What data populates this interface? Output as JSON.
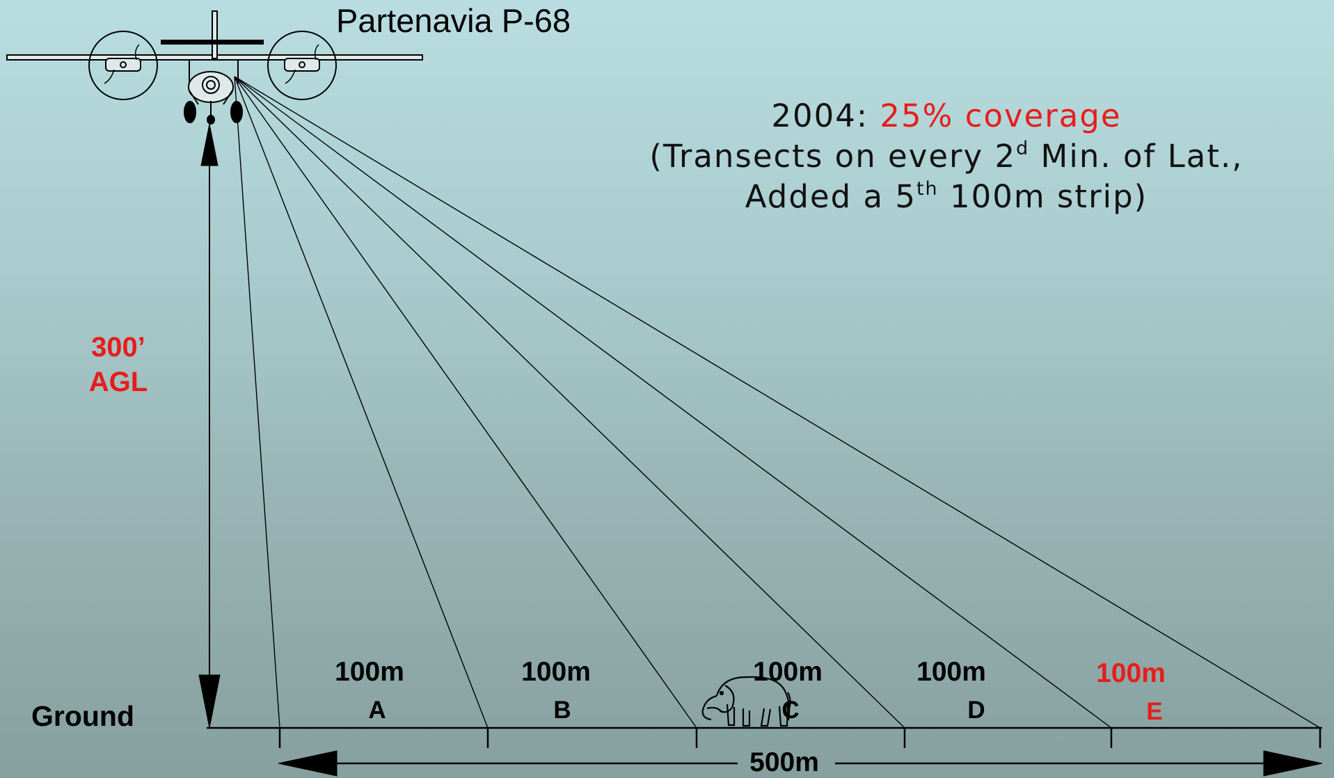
{
  "aircraft": {
    "name": "Partenavia P-68"
  },
  "note": {
    "year_prefix": "2004: ",
    "coverage": "25% coverage",
    "line2_pre": "(Transects on every 2",
    "line2_sup": "d",
    "line2_post": " Min. of Lat.,",
    "line3_pre": "Added a 5",
    "line3_sup": "th",
    "line3_post": " 100m strip)"
  },
  "altitude": {
    "value": "300’",
    "unit": "AGL"
  },
  "ground_label": "Ground",
  "strips": [
    {
      "distance": "100m",
      "letter": "A"
    },
    {
      "distance": "100m",
      "letter": "B"
    },
    {
      "distance": "100m",
      "letter": "C"
    },
    {
      "distance": "100m",
      "letter": "D"
    },
    {
      "distance": "100m",
      "letter": "E"
    }
  ],
  "total_width": "500m",
  "colors": {
    "highlight": "#e81c1c",
    "ink": "#000000"
  },
  "icons": [
    "aircraft-icon",
    "elephant-icon"
  ]
}
